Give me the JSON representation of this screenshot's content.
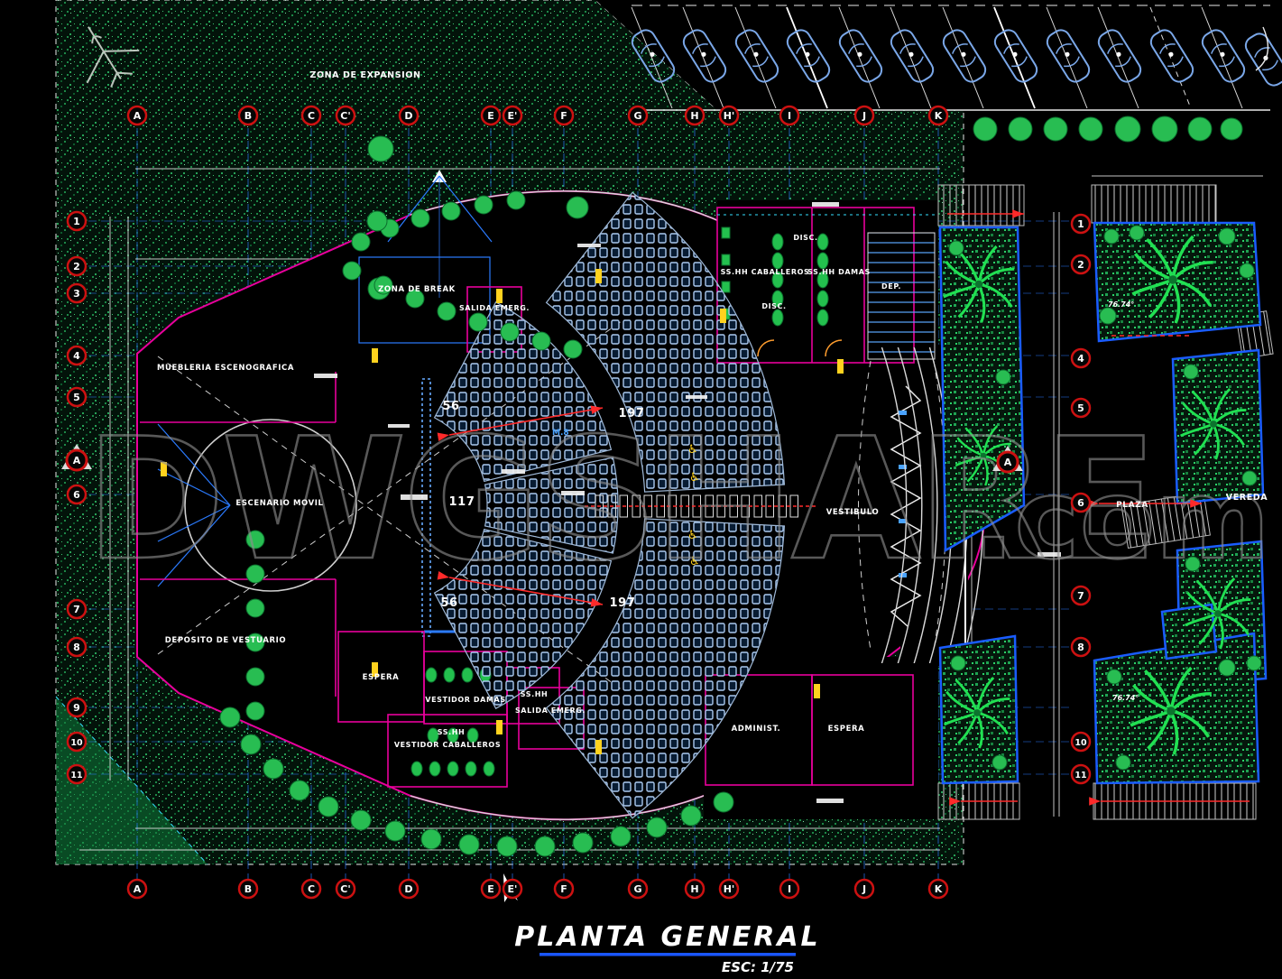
{
  "watermark": {
    "main": "DWGSHARE",
    "suffix": ".com"
  },
  "title_block": {
    "title": "PLANTA GENERAL",
    "scale": "ESC: 1/75"
  },
  "site": {
    "expansion_zone": "ZONA DE EXPANSION"
  },
  "axes": {
    "letters": [
      "A",
      "B",
      "C",
      "C'",
      "D",
      "E",
      "E'",
      "F",
      "G",
      "H",
      "H'",
      "I",
      "J",
      "K"
    ],
    "rows": [
      "1",
      "2",
      "3",
      "4",
      "5",
      "6",
      "7",
      "8",
      "9",
      "10",
      "11"
    ],
    "section_marker": "A"
  },
  "rooms": {
    "muebleria": "MUEBLERIA ESCENOGRAFICA",
    "zona_break": "ZONA DE BREAK",
    "salida_emerg_top": "SALIDA EMERG.",
    "escenario_movil": "ESCENARIO MOVIL",
    "sshh_caballeros": "SS.HH CABALLEROS",
    "disc_1": "DISC.",
    "disc_2": "DISC.",
    "sshh_damas": "SS.HH DAMAS",
    "dep": "DEP.",
    "vestibulo": "VESTIBULO",
    "deposito_vestuario": "DEPOSITO DE VESTUARIO",
    "espera_left": "ESPERA",
    "vestidor_damas": "VESTIDOR DAMAS",
    "sshh_1": "SS.HH",
    "vestidor_caballeros": "VESTIDOR CABALLEROS",
    "sshh_2": "SS.HH",
    "salida_emerg_bottom": "SALIDA EMERG.",
    "administracion": "ADMINIST.",
    "espera_right": "ESPERA",
    "plaza": "PLAZA",
    "vereda": "VEREDA"
  },
  "seating": {
    "front_side_top": "56",
    "front_center": "117",
    "front_side_bottom": "56",
    "rear_top": "197",
    "rear_bottom": "197",
    "row_ref": "M.8"
  },
  "annotations": {
    "planter_angle_1": "76.74°",
    "planter_angle_2": "76.74°"
  },
  "colors": {
    "grid_blue": "#2b7bff",
    "wall_magenta": "#e8009c",
    "axis_red": "#cc1111",
    "tree_green": "#28bd52",
    "seat_blue": "#aac9ef",
    "car_blue": "#7aa7e8",
    "title_underline": "#1a56ff"
  }
}
